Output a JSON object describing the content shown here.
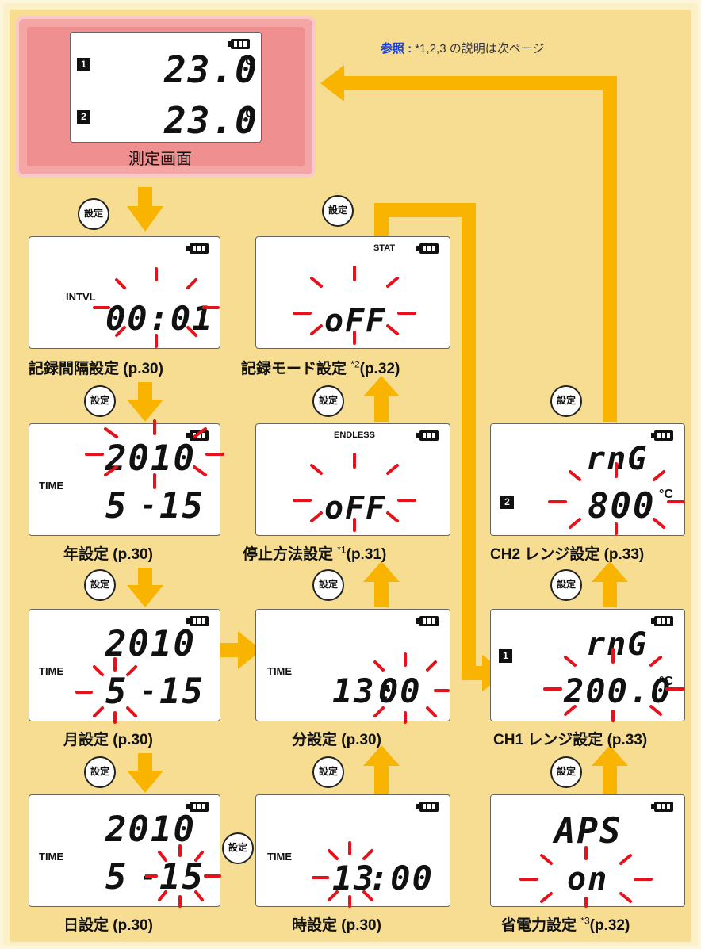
{
  "reference_note": {
    "label": "参照 :",
    "text": "*1,2,3 の説明は次ページ"
  },
  "button_label": "設定",
  "measurement": {
    "caption": "測定画面",
    "ch1": {
      "badge": "1",
      "value": "23.0",
      "unit": "°C"
    },
    "ch2": {
      "badge": "2",
      "value": "23.0",
      "unit": "°C"
    }
  },
  "screens": {
    "interval": {
      "indicator": "INTVL",
      "value": "00:01",
      "caption": "記録間隔設定 (p.30)"
    },
    "record_mode": {
      "indicator": "STAT",
      "value": "oFF",
      "caption_main": "記録モード設定 ",
      "caption_note": "*2",
      "caption_page": "(p.32)"
    },
    "year": {
      "indicator": "TIME",
      "line1": "2010",
      "line2_a": "5",
      "line2_sep": "-",
      "line2_b": "15",
      "caption": "年設定 (p.30)"
    },
    "stop_method": {
      "indicator": "ENDLESS",
      "value": "oFF",
      "caption_main": "停止方法設定 ",
      "caption_note": "*1",
      "caption_page": "(p.31)"
    },
    "ch2_range": {
      "badge": "2",
      "line1": "rnG",
      "line2": "800",
      "unit": "°C",
      "caption": "CH2 レンジ設定 (p.33)"
    },
    "month": {
      "indicator": "TIME",
      "line1": "2010",
      "line2_a": "5",
      "line2_sep": "-",
      "line2_b": "15",
      "caption": "月設定 (p.30)"
    },
    "minute": {
      "indicator": "TIME",
      "value_h": "13:",
      "value_m": "00",
      "caption": "分設定 (p.30)"
    },
    "ch1_range": {
      "badge": "1",
      "line1": "rnG",
      "line2": "200.0",
      "unit": "°C",
      "caption": "CH1 レンジ設定 (p.33)"
    },
    "day": {
      "indicator": "TIME",
      "line1": "2010",
      "line2_a": "5",
      "line2_sep": "-",
      "line2_b": "15",
      "caption": "日設定 (p.30)"
    },
    "hour": {
      "indicator": "TIME",
      "value_h": "13",
      "value_m": ":00",
      "caption": "時設定 (p.30)"
    },
    "power_save": {
      "line1": "APS",
      "line2": "on",
      "caption_main": "省電力設定 ",
      "caption_note": "*3",
      "caption_page": "(p.32)"
    }
  },
  "colors": {
    "arrow": "#f8b400",
    "flash": "#e8101a",
    "panel": "#f6dd92",
    "measure_bg": "#f4a6a6",
    "reference": "#1b3fd6"
  }
}
